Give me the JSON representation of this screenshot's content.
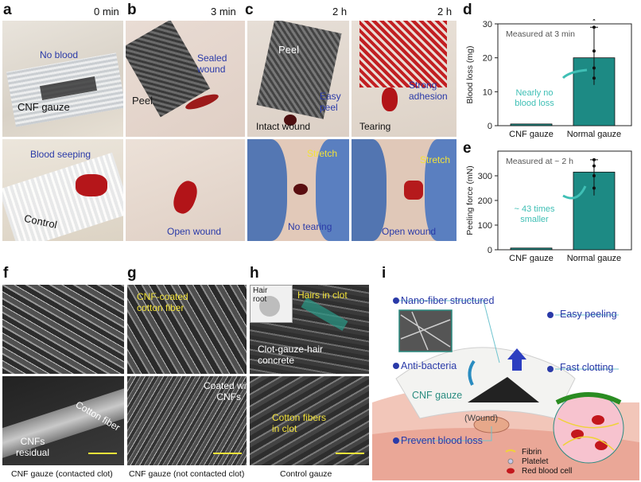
{
  "panels": {
    "a": {
      "letter": "a",
      "time": "0 min",
      "no_blood": "No blood",
      "cnf_gauze": "CNF gauze",
      "blood_seeping": "Blood seeping",
      "control": "Control"
    },
    "b": {
      "letter": "b",
      "time": "3 min",
      "sealed": "Sealed\nwound",
      "peel": "Peel",
      "open_wound": "Open wound"
    },
    "c": {
      "letter": "c",
      "time_left": "2 h",
      "time_right": "2 h",
      "peel": "Peel",
      "easy_peel": "Easy\npeel",
      "intact": "Intact wound",
      "strong": "Strong\nadhesion",
      "tearing": "Tearing",
      "stretch_left": "Stretch",
      "stretch_right": "Stretch",
      "no_tearing": "No tearing",
      "open_wound": "Open wound"
    },
    "f": {
      "letter": "f",
      "cnfs_residual": "CNFs\nresidual",
      "cotton_fiber": "Cotton fiber",
      "caption": "CNF gauze (contacted clot)"
    },
    "g": {
      "letter": "g",
      "cnf_coated": "CNF-coated\ncotton fiber",
      "coated_with": "Coated with\nCNFs",
      "caption": "CNF gauze (not contacted clot)"
    },
    "h": {
      "letter": "h",
      "hair_root": "Hair\nroot",
      "hairs_in_clot": "Hairs in clot",
      "concrete": "Clot-gauze-hair\nconcrete",
      "cotton_in_clot": "Cotton fibers\nin clot",
      "caption": "Control gauze"
    },
    "i": {
      "letter": "i",
      "nano_fiber": "Nano-fiber structured",
      "easy_peeling": "Easy peeling",
      "anti_bacteria": "Anti-bacteria",
      "fast_clotting": "Fast clotting",
      "cnf_gauze": "CNF gauze",
      "wound": "(Wound)",
      "prevent": "Prevent blood loss",
      "fibrin": "Fibrin",
      "platelet": "Platelet",
      "rbc": "Red blood cell"
    }
  },
  "colors": {
    "bar": "#1d8a84",
    "arrow": "#3fbfb5",
    "blue_text": "#2a3aa8",
    "yellow_text": "#f2e23a"
  },
  "chart_data": [
    {
      "letter": "d",
      "type": "bar",
      "note": "Measured at 3 min",
      "categories": [
        "CNF gauze",
        "Normal gauze"
      ],
      "values": [
        0.5,
        20
      ],
      "ylabel": "Blood loss (mg)",
      "ylim": [
        0,
        30
      ],
      "yticks": [
        0,
        10,
        20,
        30
      ],
      "annotation": "Nearly no\nblood loss",
      "significance": "*"
    },
    {
      "letter": "e",
      "type": "bar",
      "note": "Measured at ~ 2 h",
      "categories": [
        "CNF gauze",
        "Normal gauze"
      ],
      "values": [
        7,
        315
      ],
      "ylabel": "Peeling force (mN)",
      "ylim": [
        0,
        400
      ],
      "yticks": [
        0,
        100,
        200,
        300
      ],
      "annotation": "~ 43 times\nsmaller"
    }
  ]
}
